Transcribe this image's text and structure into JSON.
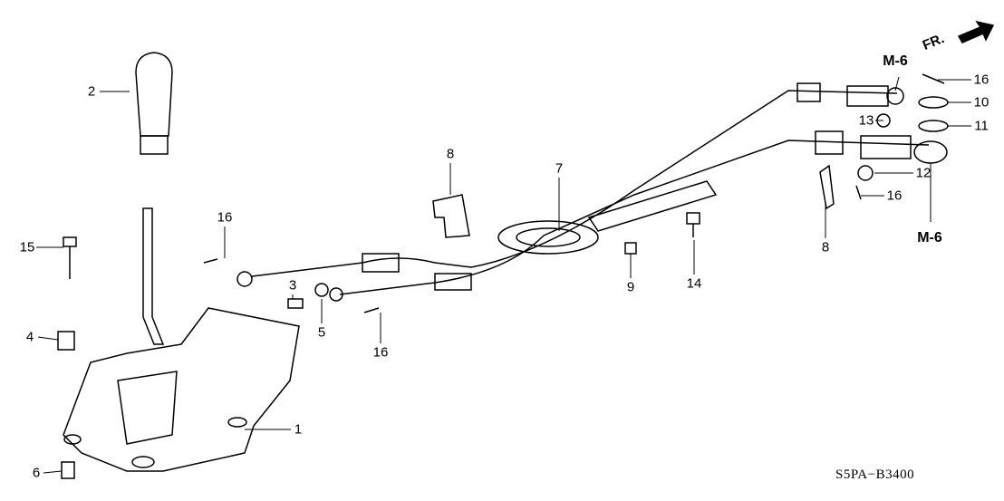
{
  "diagram": {
    "callouts": [
      "2",
      "15",
      "4",
      "6",
      "1",
      "16",
      "3",
      "5",
      "16",
      "8",
      "7",
      "9",
      "14",
      "8",
      "16",
      "10",
      "13",
      "11",
      "12",
      "16"
    ],
    "references": [
      "M-6",
      "M-6"
    ],
    "front_indicator": "FR.",
    "diagram_code": "S5PA−B3400"
  }
}
